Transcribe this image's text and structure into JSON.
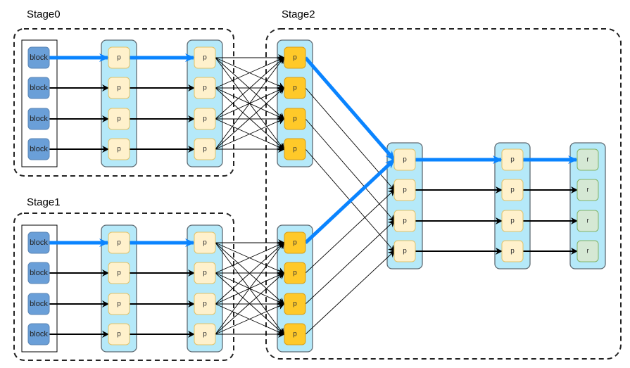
{
  "stages": [
    {
      "label": "Stage0"
    },
    {
      "label": "Stage1"
    },
    {
      "label": "Stage2"
    }
  ],
  "labels": {
    "block": "block",
    "p": "p",
    "r": "r"
  },
  "colors": {
    "block_fill": "#6a9fd8",
    "block_stroke": "#5b86b5",
    "column_fill": "#b5e9f9",
    "column_stroke": "#5f6b73",
    "p_fill": "#fff1cc",
    "p_stroke": "#e0c26a",
    "p_hot_fill": "#ffc929",
    "p_hot_stroke": "#d9a019",
    "r_fill": "#d5e8d4",
    "r_stroke": "#82b366",
    "highlight": "#0a84ff",
    "edge": "#000000"
  },
  "rows_per_column": 4
}
